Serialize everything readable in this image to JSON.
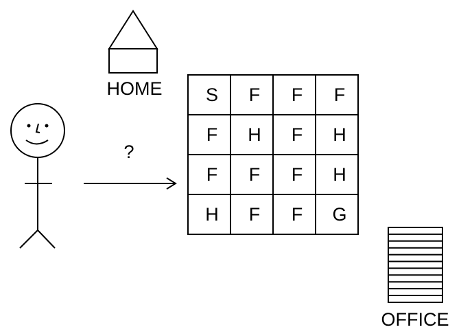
{
  "home": {
    "label": "HOME"
  },
  "office": {
    "label": "OFFICE"
  },
  "arrow": {
    "label": "?"
  },
  "grid": {
    "rows": [
      [
        "S",
        "F",
        "F",
        "F"
      ],
      [
        "F",
        "H",
        "F",
        "H"
      ],
      [
        "F",
        "F",
        "F",
        "H"
      ],
      [
        "H",
        "F",
        "F",
        "G"
      ]
    ]
  },
  "colors": {
    "line": "#000000",
    "background": "#ffffff"
  }
}
